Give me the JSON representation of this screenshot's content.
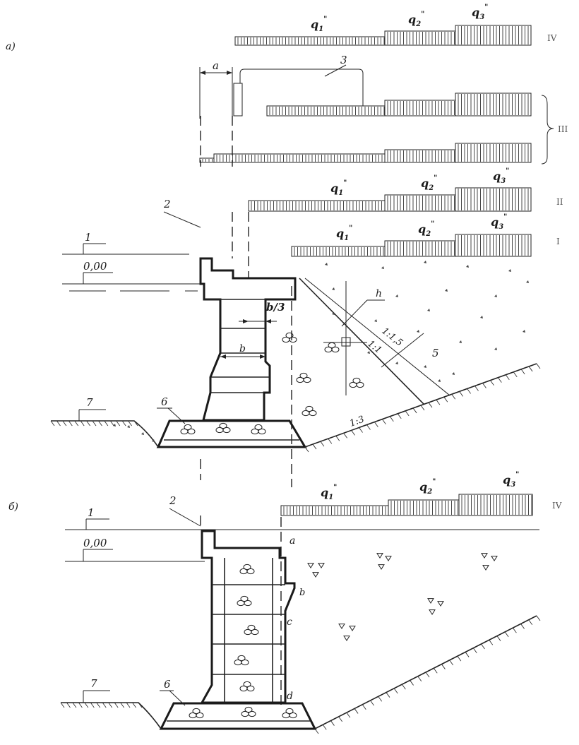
{
  "panels": {
    "a": {
      "label": "а)",
      "load_rows": [
        {
          "roman": "IV",
          "q": [
            "q",
            "q",
            "q"
          ],
          "sub": [
            "1",
            "2",
            "3"
          ],
          "sup": [
            "\"",
            "\"",
            "\""
          ]
        },
        {
          "roman": "III"
        },
        {
          "roman": "II",
          "q": [
            "q",
            "q",
            "q"
          ],
          "sub": [
            "1",
            "2",
            "3"
          ],
          "sup": [
            "\"",
            "\"",
            "\""
          ]
        },
        {
          "roman": "I",
          "q": [
            "q",
            "q",
            "q"
          ],
          "sub": [
            "1",
            "2",
            "3"
          ],
          "sup": [
            "\"",
            "\"",
            "\""
          ]
        }
      ],
      "dim_a": "a",
      "callouts": [
        "1",
        "2",
        "3",
        "5",
        "6",
        "7",
        "h"
      ],
      "level": "0,00",
      "dim_b3": "b/3",
      "dim_b": "b",
      "slopes": [
        "1:1,5",
        "1:1",
        "1:3"
      ]
    },
    "b": {
      "label": "б)",
      "load_row": {
        "roman": "IV",
        "q": [
          "q",
          "q",
          "q"
        ],
        "sub": [
          "1",
          "2",
          "3"
        ],
        "sup": [
          "\"",
          "\"",
          "\""
        ]
      },
      "callouts": [
        "1",
        "2",
        "6",
        "7"
      ],
      "level": "0,00",
      "points": [
        "a",
        "b",
        "c",
        "d"
      ]
    }
  }
}
